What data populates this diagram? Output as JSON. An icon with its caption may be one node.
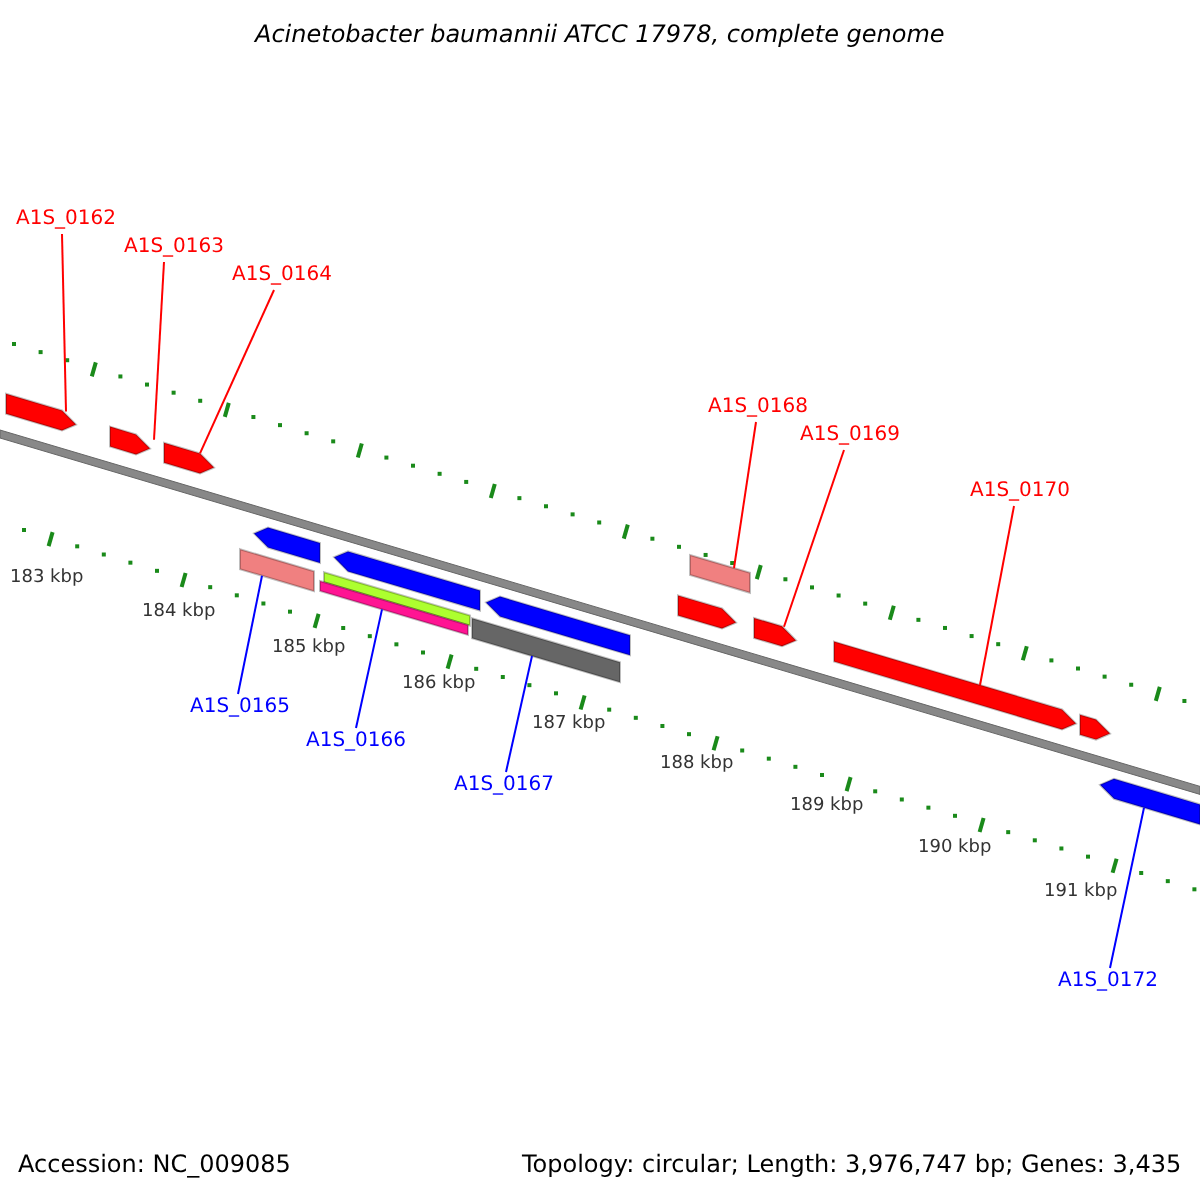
{
  "diagram": {
    "title": "Acinetobacter baumannii ATCC 17978, complete genome",
    "nodes": [
      {
        "text": [
          "A1S_0162"
        ]
      },
      {
        "text": [
          "A1S_0163"
        ]
      },
      {
        "text": [
          "A1S_0164"
        ]
      },
      {
        "text": [
          "A1S_0165"
        ]
      },
      {
        "text": [
          "A1S_0166"
        ]
      },
      {
        "text": [
          "A1S_0167"
        ]
      },
      {
        "text": [
          "A1S_0168"
        ]
      },
      {
        "text": [
          "A1S_0169"
        ]
      },
      {
        "text": [
          "A1S_0170"
        ]
      },
      {
        "text": [
          "A1S_0172"
        ]
      },
      {
        "text": [],
        "shape": "arrow"
      },
      {
        "text": [],
        "shape": "arrow"
      },
      {
        "text": [],
        "shape": "arrow"
      },
      {
        "text": [],
        "shape": "arrow"
      },
      {
        "text": [],
        "shape": "bar"
      },
      {
        "text": [],
        "shape": "arrow"
      },
      {
        "text": [],
        "shape": "bar"
      },
      {
        "text": [],
        "shape": "bar"
      },
      {
        "text": [],
        "shape": "arrow"
      },
      {
        "text": [],
        "shape": "bar"
      },
      {
        "text": [],
        "shape": "bar"
      },
      {
        "text": [],
        "shape": "arrow"
      },
      {
        "text": [],
        "shape": "arrow"
      },
      {
        "text": [],
        "shape": "arrow"
      },
      {
        "text": [],
        "shape": "arrow"
      },
      {
        "text": [],
        "shape": "arrow"
      }
    ],
    "edges": [
      {
        "from": 0,
        "to": 10,
        "arrow": "none",
        "color": "#ff0000"
      },
      {
        "from": 1,
        "to": 11,
        "arrow": "none",
        "color": "#ff0000"
      },
      {
        "from": 2,
        "to": 12,
        "arrow": "none",
        "color": "#ff0000"
      },
      {
        "from": 3,
        "to": 14,
        "arrow": "none",
        "color": "#0000ff"
      },
      {
        "from": 4,
        "to": 17,
        "arrow": "none",
        "color": "#0000ff"
      },
      {
        "from": 5,
        "to": 19,
        "arrow": "none",
        "color": "#0000ff"
      },
      {
        "from": 6,
        "to": 20,
        "arrow": "none",
        "color": "#ff0000"
      },
      {
        "from": 7,
        "to": 22,
        "arrow": "none",
        "color": "#ff0000"
      },
      {
        "from": 8,
        "to": 23,
        "arrow": "none",
        "color": "#ff0000"
      },
      {
        "from": 9,
        "to": 25,
        "arrow": "none",
        "color": "#0000ff"
      }
    ],
    "labels": [
      "183 kbp",
      "184 kbp",
      "185 kbp",
      "186 kbp",
      "187 kbp",
      "188 kbp",
      "189 kbp",
      "190 kbp",
      "191 kbp",
      "Accession: NC_009085",
      "Topology: circular; Length: 3,976,747 bp; Genes: 3,435"
    ]
  }
}
